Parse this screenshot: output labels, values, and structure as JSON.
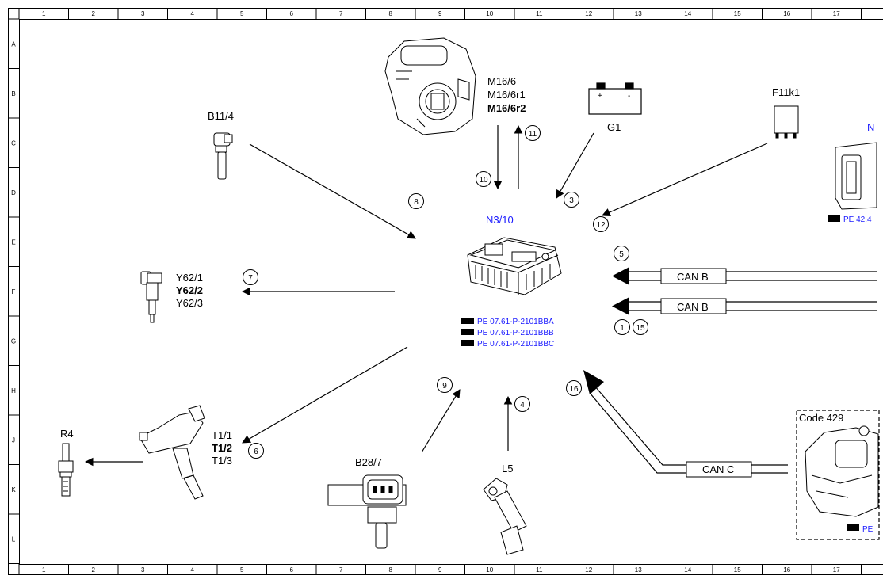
{
  "ruler": {
    "columns": [
      "1",
      "2",
      "3",
      "4",
      "5",
      "6",
      "7",
      "8",
      "9",
      "10",
      "11",
      "12",
      "13",
      "14",
      "15",
      "16",
      "17"
    ],
    "rows": [
      "A",
      "B",
      "C",
      "D",
      "E",
      "F",
      "G",
      "H",
      "J",
      "K",
      "L"
    ]
  },
  "central_unit": {
    "label": "N3/10",
    "refs": [
      "PE 07.61-P-2101BBA",
      "PE 07.61-P-2101BBB",
      "PE 07.61-P-2101BBC"
    ]
  },
  "components": {
    "actuator": {
      "labels": [
        "M16/6",
        "M16/6r1",
        "M16/6r2"
      ]
    },
    "battery": {
      "label": "G1",
      "plus": "+",
      "minus": "-"
    },
    "relay": {
      "label": "F11k1"
    },
    "right_module": {
      "label": "N",
      "ref": "PE 42.4"
    },
    "sensor_b11": {
      "label": "B11/4"
    },
    "injector": {
      "labels": [
        "Y62/1",
        "Y62/2",
        "Y62/3"
      ]
    },
    "ignition_coil": {
      "labels": [
        "T1/1",
        "T1/2",
        "T1/3"
      ]
    },
    "spark_plug": {
      "label": "R4"
    },
    "pressure_sensor": {
      "label": "B28/7"
    },
    "crank_sensor": {
      "label": "L5"
    },
    "code_box": {
      "label": "Code 429",
      "ref": "PE"
    }
  },
  "connections": {
    "numbers": [
      "1",
      "3",
      "4",
      "5",
      "6",
      "7",
      "8",
      "9",
      "10",
      "11",
      "12",
      "15",
      "16"
    ],
    "can_b_1": "CAN B",
    "can_b_2": "CAN B",
    "can_c": "CAN C"
  }
}
